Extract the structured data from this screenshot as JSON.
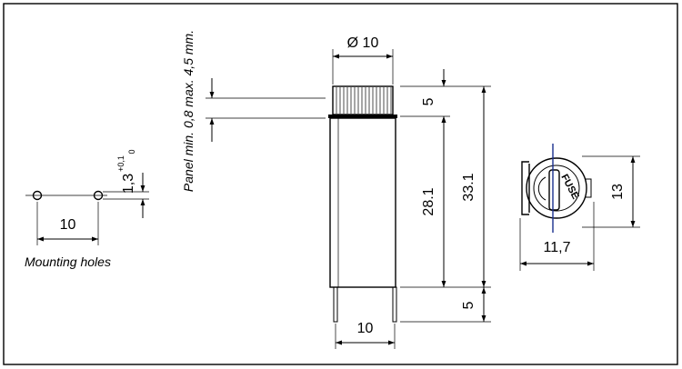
{
  "labels": {
    "diameter": "Ø 10",
    "panel_note": "Panel min. 0,8 max. 4,5 mm.",
    "hole_size": "1,3",
    "hole_tol_upper": "+0,1",
    "hole_tol_lower": "0",
    "hole_spacing": "10",
    "mounting_holes": "Mounting holes",
    "cap_height": "5",
    "body_height": "28.1",
    "total_height": "33.1",
    "pin_length": "5",
    "pin_spacing": "10",
    "side_width": "11,7",
    "side_height": "13",
    "cap_text": "FUSE"
  },
  "colors": {
    "line": "#000000",
    "center_line": "#1a2f8f",
    "background": "#ffffff"
  }
}
